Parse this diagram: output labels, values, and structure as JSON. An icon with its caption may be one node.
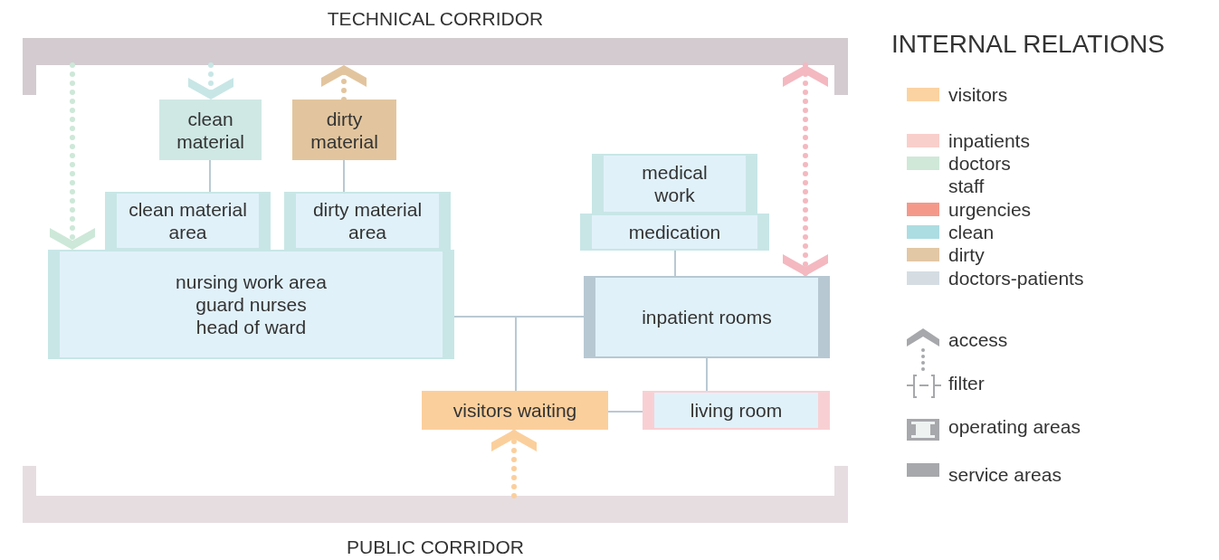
{
  "diagram": {
    "title": "INTERNAL RELATIONS",
    "nodes": [
      {
        "text": [
          "TECHNICAL CORRIDOR"
        ]
      },
      {
        "text": [
          "clean material"
        ]
      },
      {
        "text": [
          "dirty material"
        ]
      },
      {
        "text": [
          "clean material area"
        ]
      },
      {
        "text": [
          "dirty material area"
        ]
      },
      {
        "text": [
          "medical work"
        ]
      },
      {
        "text": [
          "medication"
        ]
      },
      {
        "text": [
          "nursing work area",
          "guard nurses",
          "head of ward"
        ]
      },
      {
        "text": [
          "inpatient rooms"
        ]
      },
      {
        "text": [
          "visitors waiting"
        ]
      },
      {
        "text": [
          "living room"
        ]
      },
      {
        "text": [
          "PUBLIC CORRIDOR"
        ]
      }
    ],
    "edges": [
      {
        "from": 0,
        "to": 7,
        "arrow": "to",
        "style": "dashed",
        "color": "#cde8d8"
      },
      {
        "from": 0,
        "to": 1,
        "arrow": "to",
        "style": "dashed",
        "color": "#c8e6e6"
      },
      {
        "from": 2,
        "to": 0,
        "arrow": "to",
        "style": "dashed",
        "color": "#e2c59e"
      },
      {
        "from": 0,
        "to": 8,
        "arrow": "both",
        "style": "dashed",
        "color": "#f4b8c0"
      },
      {
        "from": 11,
        "to": 9,
        "arrow": "to",
        "style": "dashed",
        "color": "#fbcf9c"
      },
      {
        "from": 1,
        "to": 3,
        "arrow": "none"
      },
      {
        "from": 2,
        "to": 4,
        "arrow": "none"
      },
      {
        "from": 6,
        "to": 8,
        "arrow": "none"
      },
      {
        "from": 7,
        "to": 8,
        "arrow": "none"
      },
      {
        "from": 7,
        "to": 9,
        "arrow": "none"
      },
      {
        "from": 8,
        "to": 10,
        "arrow": "none"
      },
      {
        "from": 9,
        "to": 10,
        "arrow": "none"
      }
    ],
    "legend": [
      {
        "text": "visitors",
        "color": "#fbd3a2"
      },
      {
        "text": "inpatients",
        "color": "#f9cfcb"
      },
      {
        "text": "doctors staff",
        "color": "#cfe8d8"
      },
      {
        "text": "urgencies",
        "color": "#f4998a"
      },
      {
        "text": "clean",
        "color": "#acdde2"
      },
      {
        "text": "dirty",
        "color": "#e2c8a5"
      },
      {
        "text": "doctors-patients",
        "color": "#d5dde3"
      },
      {
        "text": "access"
      },
      {
        "text": "filter"
      },
      {
        "text": "operating areas"
      },
      {
        "text": "service areas",
        "color": "#a7a8ab"
      }
    ]
  }
}
